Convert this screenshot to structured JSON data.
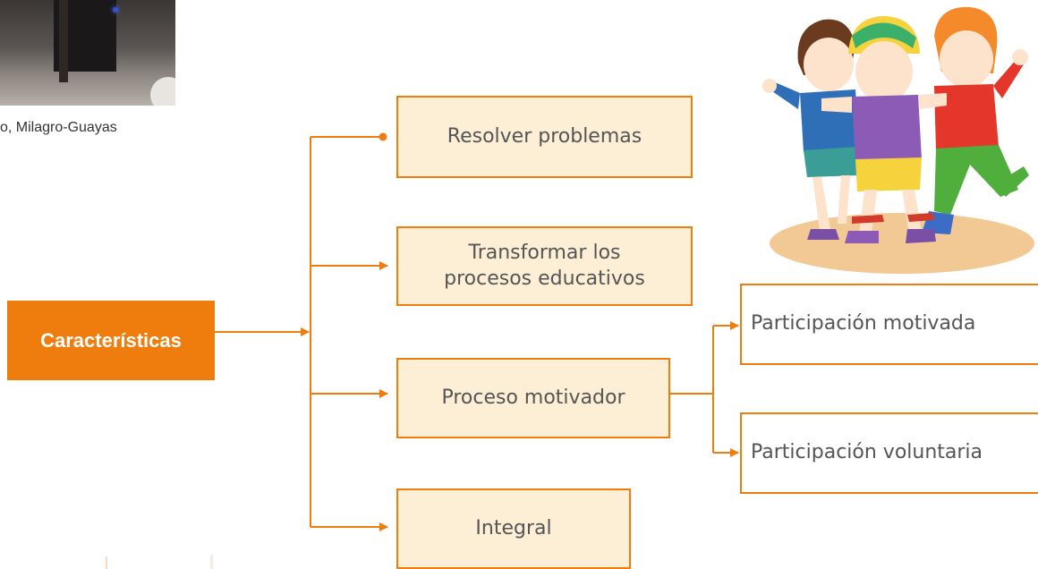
{
  "photo": {
    "caption": "o, Milagro-Guayas"
  },
  "diagram": {
    "root": "Características",
    "branches": [
      {
        "label": "Resolver problemas"
      },
      {
        "label": "Transformar los procesos educativos"
      },
      {
        "label": "Proceso motivador"
      },
      {
        "label": "Integral"
      }
    ],
    "sub_branches": [
      {
        "label": "Participación motivada"
      },
      {
        "label": "Participación voluntaria"
      }
    ]
  },
  "colors": {
    "accent": "#ee7d0e",
    "node_fill": "#fdefd6",
    "text": "#555555"
  },
  "illustration": {
    "icon": "children-playing-icon"
  }
}
